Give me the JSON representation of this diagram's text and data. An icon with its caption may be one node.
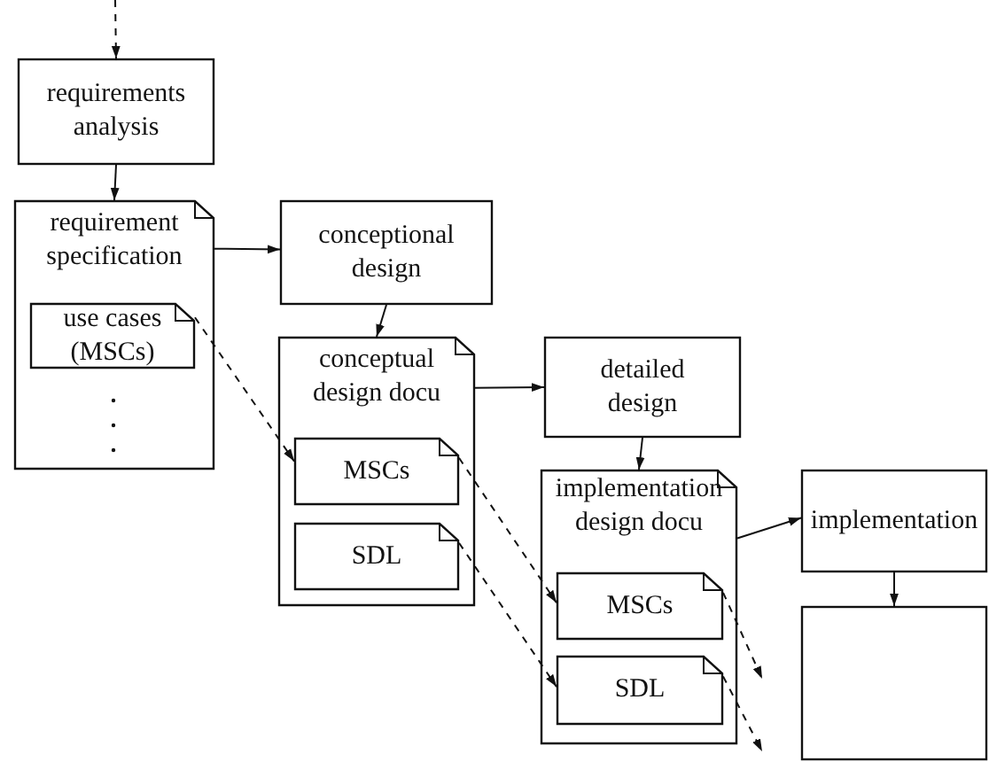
{
  "diagram": {
    "nodes": [
      {
        "text": [
          "requirements analysis"
        ]
      },
      {
        "text": [
          "requirement specification"
        ]
      },
      {
        "text": [
          "use cases (MSCs)"
        ],
        "in": 1
      },
      {
        "text": [
          "conceptional design"
        ]
      },
      {
        "text": [
          "conceptual design docu"
        ]
      },
      {
        "text": [
          "MSCs"
        ],
        "in": 4
      },
      {
        "text": [
          "SDL"
        ],
        "in": 4
      },
      {
        "text": [
          "detailed design"
        ]
      },
      {
        "text": [
          "implementation design docu"
        ]
      },
      {
        "text": [
          "MSCs"
        ],
        "in": 8
      },
      {
        "text": [
          "SDL"
        ],
        "in": 8
      },
      {
        "text": [
          "implementation"
        ]
      },
      {
        "text": [],
        "shape": "box"
      }
    ],
    "edges": [
      {
        "from": null,
        "to": 0,
        "arrow": "to",
        "style": "dashed"
      },
      {
        "from": 0,
        "to": 1,
        "arrow": "to"
      },
      {
        "from": 1,
        "to": 3,
        "arrow": "to"
      },
      {
        "from": 3,
        "to": 4,
        "arrow": "to"
      },
      {
        "from": 4,
        "to": 7,
        "arrow": "to"
      },
      {
        "from": 7,
        "to": 8,
        "arrow": "to"
      },
      {
        "from": 8,
        "to": 11,
        "arrow": "to"
      },
      {
        "from": 11,
        "to": 12,
        "arrow": "to"
      },
      {
        "from": 2,
        "to": 5,
        "arrow": "to",
        "style": "dashed"
      },
      {
        "from": 5,
        "to": 9,
        "arrow": "to",
        "style": "dashed"
      },
      {
        "from": 6,
        "to": 10,
        "arrow": "to",
        "style": "dashed"
      },
      {
        "from": 9,
        "to": null,
        "arrow": "to",
        "style": "dashed"
      },
      {
        "from": 10,
        "to": null,
        "arrow": "to",
        "style": "dashed"
      }
    ]
  }
}
